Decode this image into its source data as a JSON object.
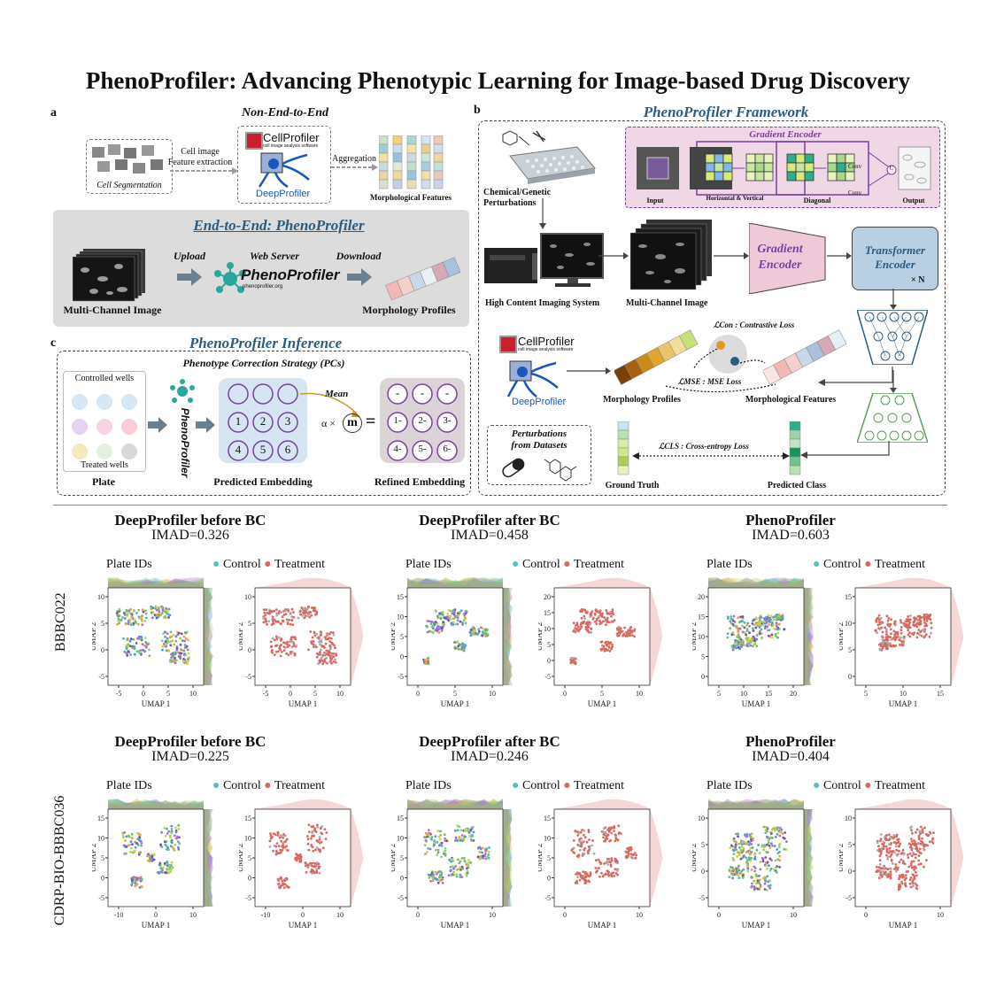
{
  "title": "PhenoProfiler: Advancing Phenotypic Learning for Image-based Drug Discovery",
  "panel_a": {
    "letter": "a",
    "non_end_to_end": "Non-End-to-End",
    "cell_segmentation": "Cell Segmentation",
    "cell_image": "Cell image",
    "feature_extraction": "Feature extraction",
    "aggregation": "Aggregation",
    "morphological_features": "Morphological Features",
    "cellprofiler": "CellProfiler",
    "cellprofiler_sub": "cell image analysis software",
    "deepprofiler": "DeepProfiler",
    "end_to_end": "End-to-End: PhenoProfiler",
    "upload": "Upload",
    "web_server": "Web Server",
    "download": "Download",
    "phenoprofiler_logo": "PhenoProfiler",
    "logo_url": "phenoprofiler.org",
    "multi_channel_image": "Multi-Channel Image",
    "morphology_profiles": "Morphology Profiles"
  },
  "panel_b": {
    "letter": "b",
    "framework": "PhenoProfiler Framework",
    "chem_gen": "Chemical/Genetic",
    "perturbations": "Perturbations",
    "gradient_encoder_box": "Gradient Encoder",
    "input": "Input",
    "horiz_vert": "Horizontal & Vertical",
    "diagonal": "Diagonal",
    "output": "Output",
    "conv": "Conv",
    "conv_c": "C",
    "hcis": "High Content Imaging System",
    "multi_channel_image": "Multi-Channel Image",
    "gradient_encoder": "Gradient Encoder",
    "transformer_encoder": "Transformer Encoder",
    "times_n": "× N",
    "contrastive_loss": "ℒCon : Contrastive Loss",
    "mse_loss": "ℒMSE : MSE Loss",
    "morphology_profiles": "Morphology Profiles",
    "morphological_features": "Morphological Features",
    "perturb_datasets_1": "Perturbations",
    "perturb_datasets_2": "from Datasets",
    "ce_loss": "ℒCLS : Cross-entropy Loss",
    "ground_truth": "Ground Truth",
    "predicted_class": "Predicted Class",
    "cellprofiler": "CellProfiler",
    "cellprofiler_sub": "cell image analysis software",
    "deepprofiler": "DeepProfiler"
  },
  "panel_c": {
    "letter": "c",
    "inference": "PhenoProfiler Inference",
    "pcs": "Phenotype Correction Strategy (PCs)",
    "controlled_wells": "Controlled wells",
    "treated_wells": "Treated wells",
    "plate": "Plate",
    "phenoprofiler_vertical": "PhenoProfiler",
    "predicted_embedding": "Predicted Embedding",
    "refined_embedding": "Refined Embedding",
    "mean": "Mean",
    "alpha": "α ×",
    "m": "m",
    "equals": "=",
    "nums": [
      "1",
      "2",
      "3",
      "4",
      "5",
      "6"
    ],
    "minus": [
      "-",
      "-",
      "-"
    ],
    "refined": [
      "1-",
      "2-",
      "3-",
      "4-",
      "5-",
      "6-"
    ]
  },
  "umap": {
    "row_labels": [
      "BBBC022",
      "CDRP-BIO-BBBC036"
    ],
    "plate_ids": "Plate IDs",
    "control": "Control",
    "treatment": "Treatment",
    "xlabel": "UMAP 1",
    "ylabel": "UMAP 2",
    "panels": [
      {
        "method": "DeepProfiler before BC",
        "imad": "IMAD=0.326",
        "xt": [
          "-5",
          "0",
          "5",
          "10"
        ],
        "yt": [
          "10",
          "5",
          "0",
          "-5"
        ]
      },
      {
        "method": "DeepProfiler after BC",
        "imad": "IMAD=0.458",
        "xt": [
          "0",
          "5",
          "10"
        ],
        "yt": [
          "15",
          "10",
          "5",
          "0",
          "-5"
        ],
        "yt2": [
          "20",
          "15",
          "10",
          "5",
          "0",
          "-5"
        ]
      },
      {
        "method": "PhenoProfiler",
        "imad": "IMAD=0.603",
        "xt": [
          "5",
          "10",
          "15",
          "20"
        ],
        "yt": [
          "20",
          "15",
          "10",
          "5",
          "0"
        ],
        "xt2": [
          "5",
          "10",
          "15"
        ],
        "yt2": [
          "15",
          "10",
          "5",
          "0"
        ]
      },
      {
        "method": "DeepProfiler before BC",
        "imad": "IMAD=0.225",
        "xt": [
          "-10",
          "0",
          "10"
        ],
        "yt": [
          "15",
          "10",
          "5",
          "0",
          "-5"
        ]
      },
      {
        "method": "DeepProfiler after BC",
        "imad": "IMAD=0.246",
        "xt": [
          "0",
          "10"
        ],
        "yt": [
          "15",
          "10",
          "5",
          "0",
          "-5"
        ]
      },
      {
        "method": "PhenoProfiler",
        "imad": "IMAD=0.404",
        "xt": [
          "0",
          "10"
        ],
        "yt": [
          "10",
          "5",
          "0",
          "-5"
        ]
      }
    ]
  },
  "colors": {
    "control": "#5bbcc6",
    "treatment": "#d9685f",
    "purple": "#7a3fa0",
    "gradient_encoder": "#f0c9d8",
    "transformer": "#b9cfe3",
    "panel_bg": "#dcdcdc"
  }
}
